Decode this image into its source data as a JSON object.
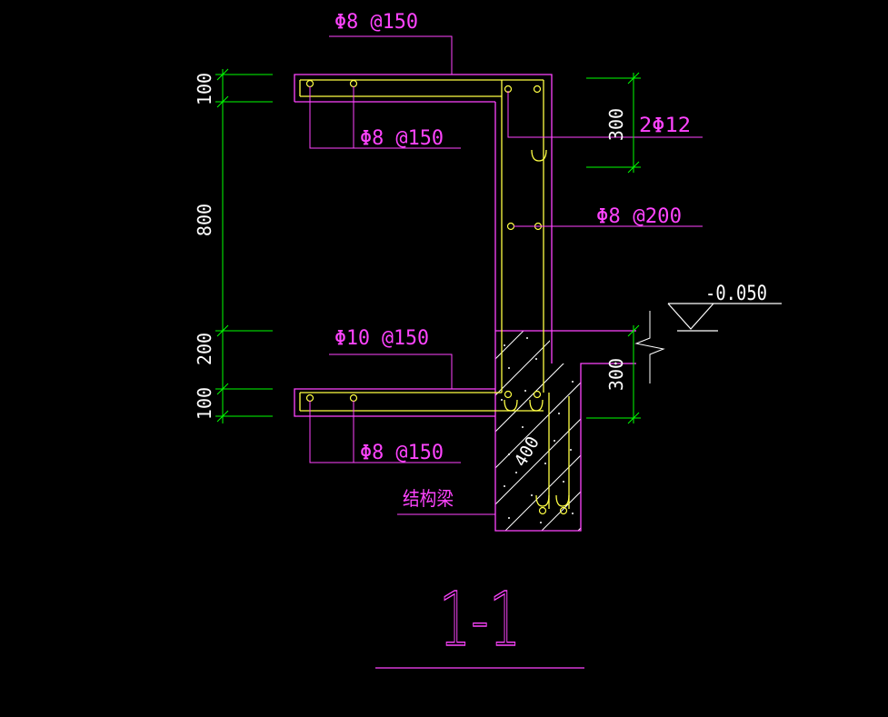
{
  "colors": {
    "background": "#000000",
    "concrete_outline": "#ff44ff",
    "rebar": "#ffff44",
    "dimension": "#00ff00",
    "leader": "#ff44ff",
    "text_dim": "#ffffff",
    "text_label": "#ff44ff",
    "hatch": "#ffffff"
  },
  "labels": {
    "top_slab_rebar": "Φ8 @150",
    "top_slab_dist": "Φ8 @150",
    "wall_main": "2Φ12",
    "wall_dist": "Φ8 @200",
    "bottom_slab_rebar": "Φ10 @150",
    "bottom_slab_dist": "Φ8 @150",
    "beam": "结构梁",
    "elevation": "-0.050"
  },
  "dimensions": {
    "left": [
      "100",
      "800",
      "200",
      "100"
    ],
    "right_top": "300",
    "right_bottom": "300",
    "beam_width": "400"
  },
  "title": "1-1"
}
